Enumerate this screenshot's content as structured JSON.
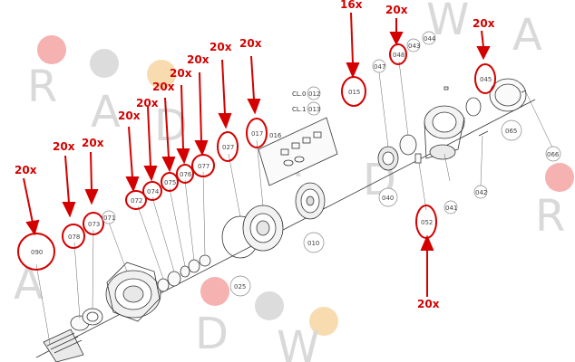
{
  "diagram": {
    "watermark": [
      "R",
      "A",
      "D",
      "W",
      "A",
      "R",
      "D",
      "R",
      "A",
      "D",
      "W",
      "A",
      "R",
      "D"
    ],
    "colors": {
      "highlight": "#d40000",
      "line": "#333333",
      "watermark": "#d9d9d9",
      "dot_red": "#f6b1b1",
      "dot_gray": "#cccccc",
      "dot_orange": "#f8dcb0"
    },
    "parts": [
      {
        "id": "090",
        "qty": "20x",
        "highlighted": true
      },
      {
        "id": "078",
        "qty": "20x",
        "highlighted": true
      },
      {
        "id": "073",
        "qty": "20x",
        "highlighted": true
      },
      {
        "id": "071",
        "qty": "",
        "highlighted": false
      },
      {
        "id": "072",
        "qty": "20x",
        "highlighted": true
      },
      {
        "id": "074",
        "qty": "20x",
        "highlighted": true
      },
      {
        "id": "075",
        "qty": "20x",
        "highlighted": true
      },
      {
        "id": "076",
        "qty": "20x",
        "highlighted": true
      },
      {
        "id": "077",
        "qty": "20x",
        "highlighted": true
      },
      {
        "id": "027",
        "qty": "20x",
        "highlighted": true
      },
      {
        "id": "017",
        "qty": "20x",
        "highlighted": true
      },
      {
        "id": "015",
        "qty": "16x",
        "highlighted": true
      },
      {
        "id": "012",
        "qty": "",
        "highlighted": false
      },
      {
        "id": "013",
        "qty": "",
        "highlighted": false
      },
      {
        "id": "016",
        "qty": "",
        "highlighted": false
      },
      {
        "id": "025",
        "qty": "",
        "highlighted": false
      },
      {
        "id": "010",
        "qty": "",
        "highlighted": false
      },
      {
        "id": "040",
        "qty": "",
        "highlighted": false
      },
      {
        "id": "047",
        "qty": "",
        "highlighted": false
      },
      {
        "id": "048",
        "qty": "20x",
        "highlighted": true
      },
      {
        "id": "043",
        "qty": "",
        "highlighted": false
      },
      {
        "id": "044",
        "qty": "",
        "highlighted": false
      },
      {
        "id": "045",
        "qty": "20x",
        "highlighted": true
      },
      {
        "id": "065",
        "qty": "",
        "highlighted": false
      },
      {
        "id": "066",
        "qty": "",
        "highlighted": false
      },
      {
        "id": "041",
        "qty": "",
        "highlighted": false
      },
      {
        "id": "042",
        "qty": "",
        "highlighted": false
      },
      {
        "id": "052",
        "qty": "20x",
        "highlighted": true
      }
    ],
    "sub_labels": {
      "cl0": "CL.0",
      "cl1": "CL.1"
    }
  }
}
